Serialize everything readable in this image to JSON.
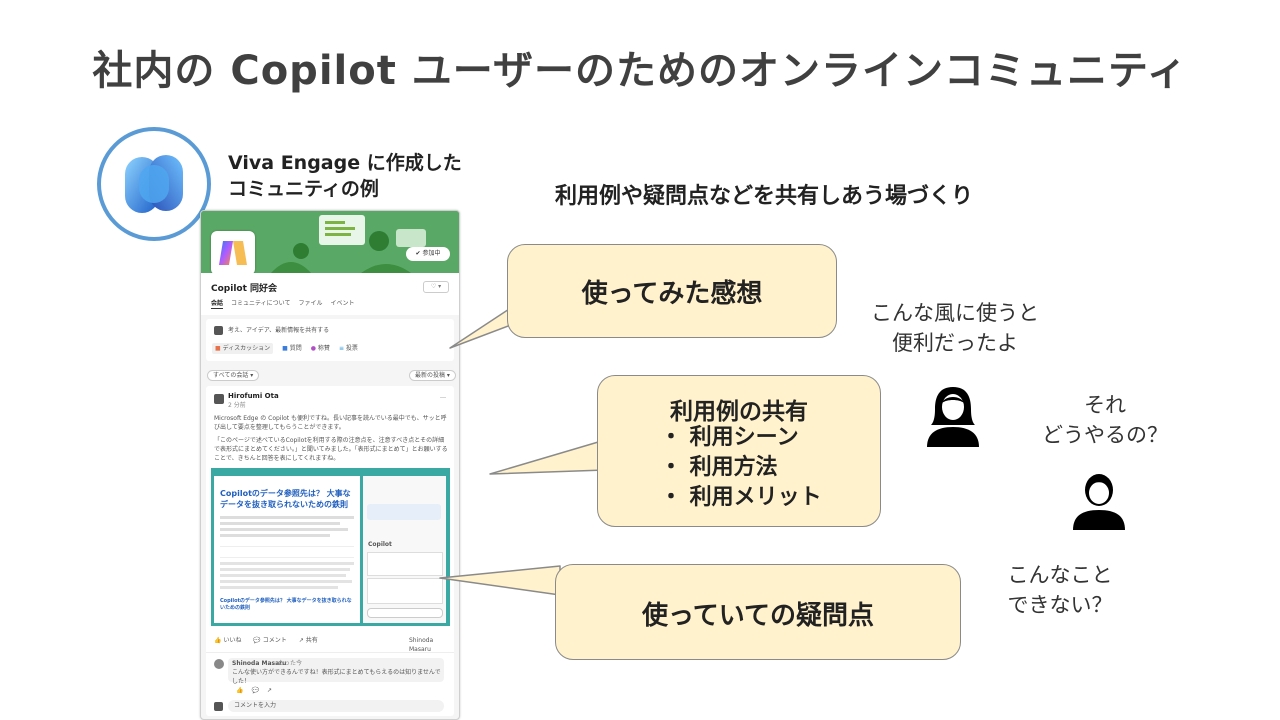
{
  "title": "社内の Copilot ユーザーのためのオンラインコミュニティ",
  "caption": {
    "line1": "Viva Engage に作成した",
    "line2": "コミュニティの例"
  },
  "subtitle": "利用例や疑問点などを共有しあう場づくり",
  "community": {
    "join_badge": "✔ 参加中",
    "name": "Copilot 同好会",
    "tabs": [
      "会話",
      "コミュニティについて",
      "ファイル",
      "イベント"
    ],
    "compose_placeholder": "考え、アイデア、最新情報を共有する",
    "post_types": [
      "ディスカッション",
      "質問",
      "称賛",
      "投票"
    ],
    "filter_all": "すべての会話",
    "filter_recent": "最新の投稿",
    "post": {
      "author": "Hirofumi Ota",
      "time": "2 分前",
      "text1": "Microsoft Edge の Copilot も便利ですね。長い記事を読んでいる最中でも、サッと呼び出して要点を整理してもらうことができます。",
      "text2": "「このページで述べているCopilotを利用する際の注意点を、注意すべき点とその詳細で表形式にまとめてください。」と聞いてみました。「表形式にまとめて」とお願いすることで、きちんと回答を表にしてくれますね。",
      "screenshot_heading": "Copilotのデータ参照先は？ 大事なデータを抜き取られないための鉄則",
      "screenshot_sub": "Copilotのデータ参照先は？ 大事なデータを抜き取られないための鉄則",
      "chat_label": "Copilot"
    },
    "actions": {
      "like": "いいね",
      "comment": "コメント",
      "share": "共有",
      "seen_by": "Shinoda Masaru"
    },
    "reply": {
      "author": "Shinoda Masaru",
      "time": "たった今",
      "text": "こんな使い方ができるんですね！表形式にまとめてもらえるのは知りませんでした！"
    },
    "comment_placeholder": "コメントを入力"
  },
  "callouts": {
    "impressions": "使ってみた感想",
    "usage_title": "利用例の共有",
    "usage_items": [
      "利用シーン",
      "利用方法",
      "利用メリット"
    ],
    "questions": "使っていての疑問点"
  },
  "speech": {
    "convenient_line1": "こんな風に使うと",
    "convenient_line2": "便利だったよ",
    "how_line1": "それ",
    "how_line2": "どうやるの？",
    "cant_line1": "こんなこと",
    "cant_line2": "できない？"
  },
  "colors": {
    "accent_blue": "#5b9bd5",
    "callout_fill": "#fff2cc",
    "banner_green": "#56a85f",
    "title_gray": "#404040"
  }
}
